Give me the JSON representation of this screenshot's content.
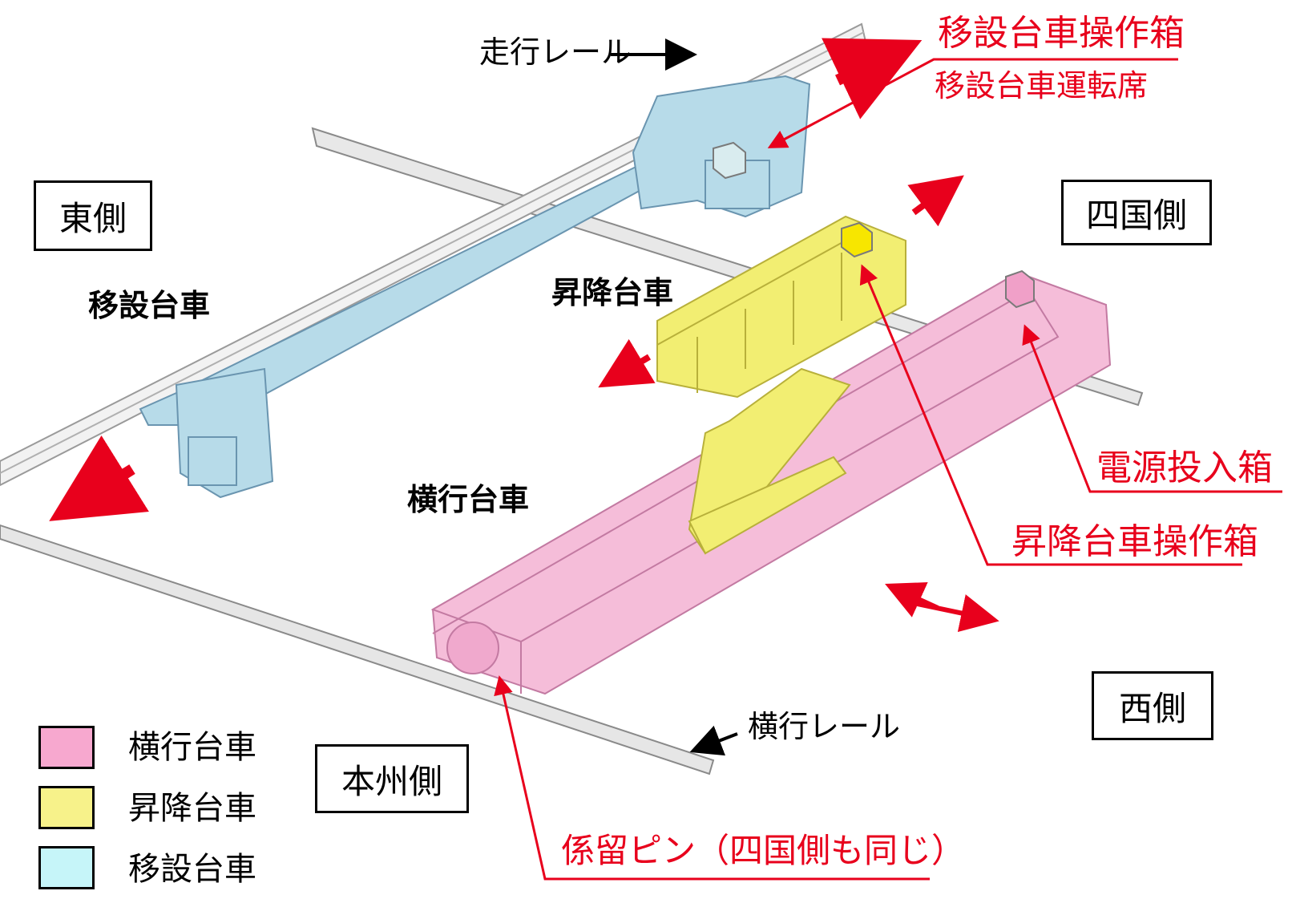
{
  "directions": {
    "east": "東側",
    "shikoku": "四国側",
    "west": "西側",
    "honshu": "本州側"
  },
  "rails": {
    "travel_rail": "走行レール",
    "traverse_rail": "横行レール"
  },
  "vehicles": {
    "transfer_car": "移設台車",
    "lift_car": "昇降台車",
    "traverse_car": "横行台車"
  },
  "callouts": {
    "transfer_control_box": "移設台車操作箱",
    "transfer_driver_seat": "移設台車運転席",
    "power_box": "電源投入箱",
    "lift_control_box": "昇降台車操作箱",
    "mooring_pin": "係留ピン（四国側も同じ）"
  },
  "legend": [
    {
      "label": "横行台車",
      "color": "#f7a8cf"
    },
    {
      "label": "昇降台車",
      "color": "#f7f28a"
    },
    {
      "label": "移設台車",
      "color": "#c6f5f9"
    }
  ],
  "colors": {
    "callout_red": "#e8001c",
    "transfer_blue": "#b7dbe9",
    "lift_yellow": "#f2ee72",
    "traverse_pink": "#f5bdd9"
  }
}
